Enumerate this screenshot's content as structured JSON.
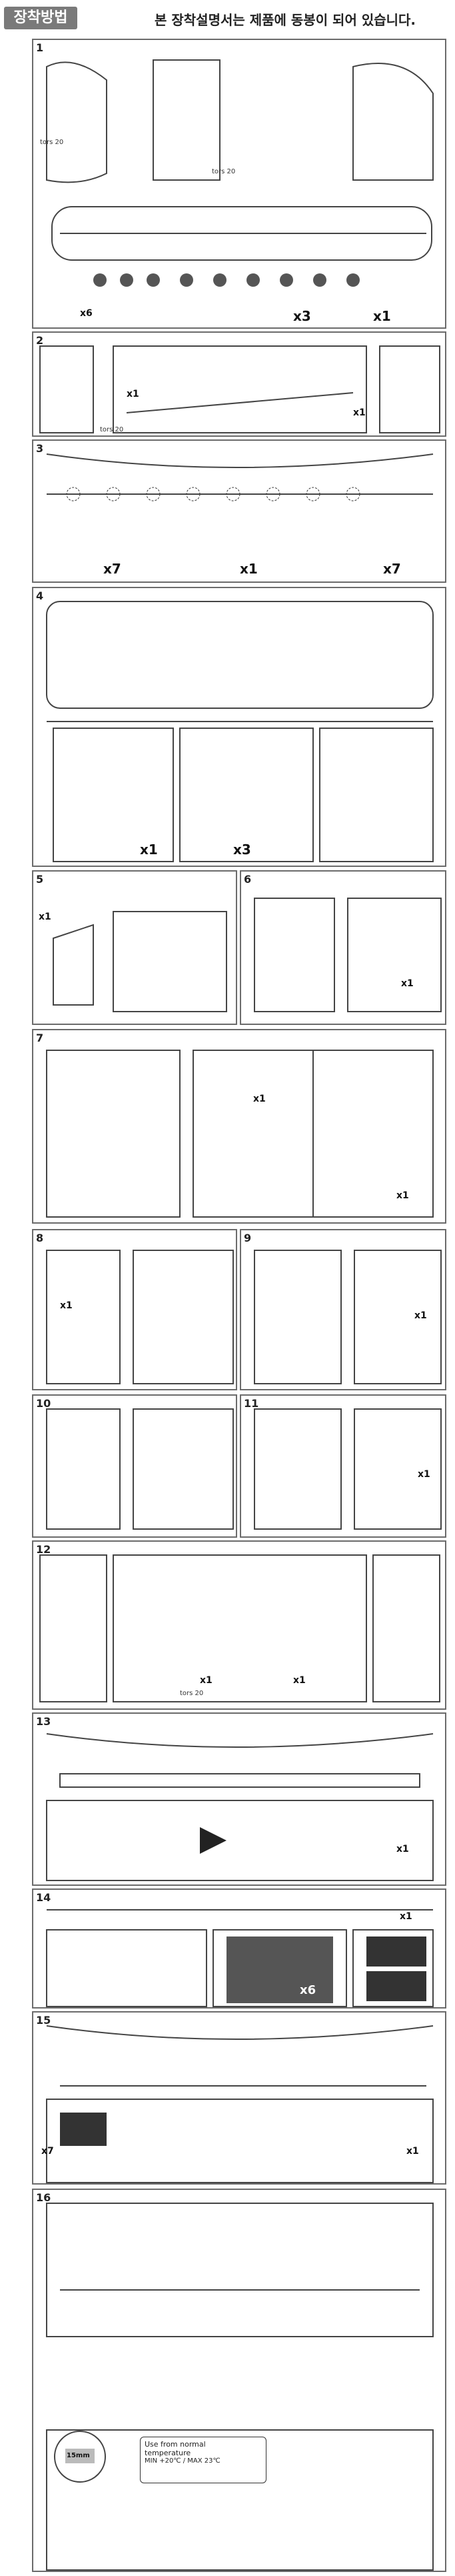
{
  "header": {
    "title": "장착방법",
    "notice": "본 장착설명서는 제품에 동봉이 되어 있습니다."
  },
  "steps": [
    {
      "number": "1",
      "labels": [
        "tors 20",
        "tors 20",
        "x6",
        "x3",
        "x1"
      ]
    },
    {
      "number": "2",
      "labels": [
        "x1",
        "x1",
        "tors 20"
      ]
    },
    {
      "number": "3",
      "labels": [
        "x7",
        "x1",
        "x7"
      ]
    },
    {
      "number": "4",
      "labels": [
        "x1",
        "x3"
      ]
    },
    {
      "number": "5",
      "labels": [
        "x1"
      ]
    },
    {
      "number": "6",
      "labels": [
        "x1"
      ]
    },
    {
      "number": "7",
      "labels": [
        "x1",
        "x1"
      ]
    },
    {
      "number": "8",
      "labels": [
        "x1"
      ]
    },
    {
      "number": "9",
      "labels": [
        "x1"
      ]
    },
    {
      "number": "10",
      "labels": []
    },
    {
      "number": "11",
      "labels": [
        "x1"
      ]
    },
    {
      "number": "12",
      "labels": [
        "x1",
        "x1",
        "tors 20"
      ]
    },
    {
      "number": "13",
      "labels": [
        "x1"
      ]
    },
    {
      "number": "14",
      "labels": [
        "x1",
        "x6"
      ]
    },
    {
      "number": "15",
      "labels": [
        "x7",
        "x1"
      ]
    },
    {
      "number": "16",
      "labels": [
        "15mm"
      ]
    }
  ],
  "temperature_note": {
    "line1": "Use from normal",
    "line2": "temperature",
    "line3": "MIN +20℃ / MAX 23℃"
  },
  "measure_label": "15mm"
}
